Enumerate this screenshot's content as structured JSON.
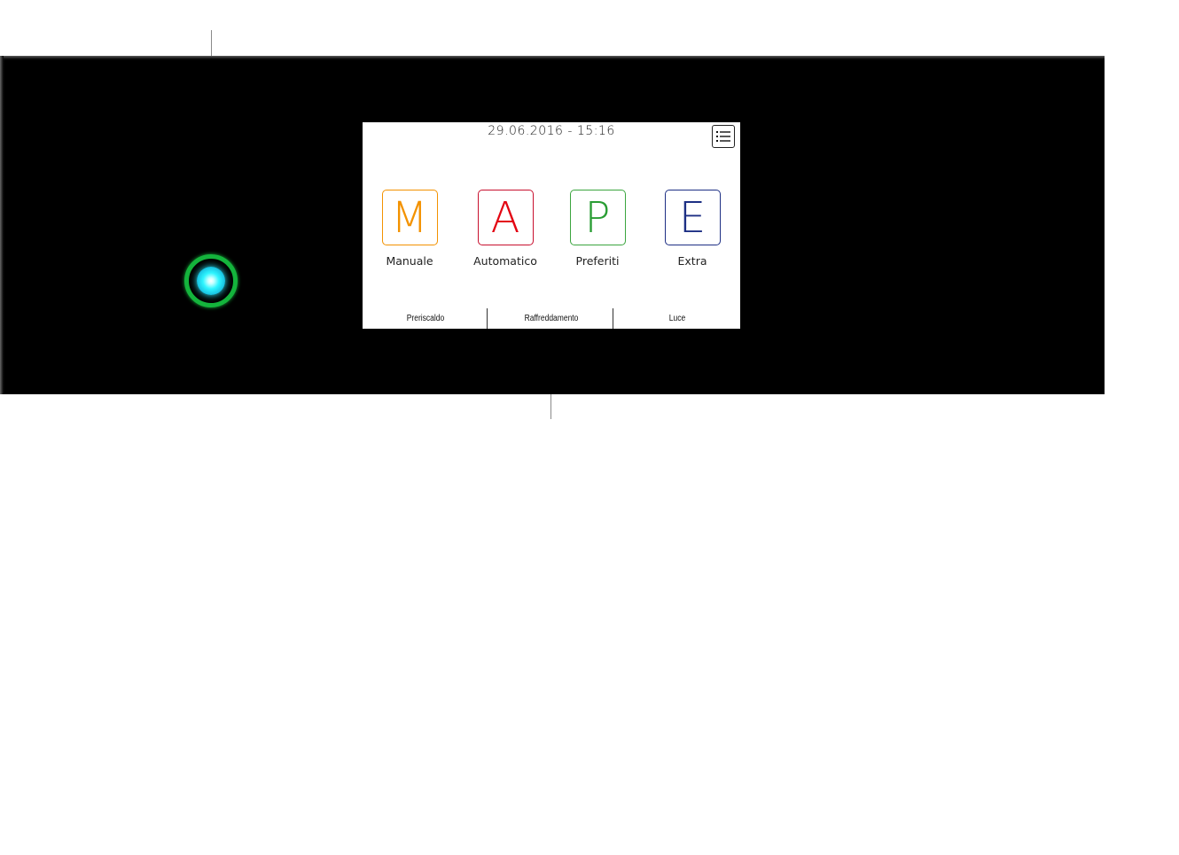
{
  "screen": {
    "datetime": "29.06.2016 - 15:16",
    "menu_icon": "list-menu-icon"
  },
  "modes": [
    {
      "letter": "M",
      "label": "Manuale",
      "color": "#f39200"
    },
    {
      "letter": "A",
      "label": "Automatico",
      "color": "#e30613"
    },
    {
      "letter": "P",
      "label": "Preferiti",
      "color": "#2a9d34"
    },
    {
      "letter": "E",
      "label": "Extra",
      "color": "#1d2f84"
    }
  ],
  "bottom_bar": {
    "items": [
      "Preriscaldo",
      "Raffreddamento",
      "Luce"
    ]
  },
  "power_button": {
    "ring_color": "#14b43c",
    "light_color": "#2ef5ff"
  }
}
